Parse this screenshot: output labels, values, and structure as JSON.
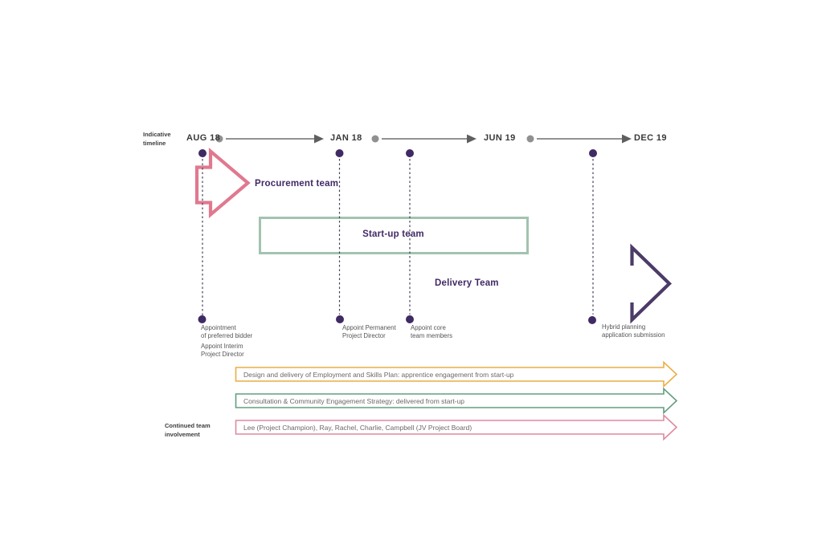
{
  "left_labels": {
    "indicative": "Indicative\ntimeline",
    "continued": "Continued team\ninvolvement"
  },
  "timeline": {
    "dates": [
      {
        "label": "AUG 18"
      },
      {
        "label": "JAN 18"
      },
      {
        "label": "JUN 19"
      },
      {
        "label": "DEC 19"
      }
    ]
  },
  "teams": {
    "procurement": "Procurement team",
    "startup": "Start-up team",
    "delivery": "Delivery Team"
  },
  "milestones": [
    {
      "text": "Appointment\nof preferred bidder"
    },
    {
      "text": "Appoint Interim\nProject Director"
    },
    {
      "text": "Appoint Permanent\nProject Director"
    },
    {
      "text": "Appoint core\nteam members"
    },
    {
      "text": "Hybrid planning\napplication submission"
    }
  ],
  "streams": [
    {
      "text": "Design and delivery of Employment and Skills Plan: apprentice engagement from start-up",
      "color": "#ecae45"
    },
    {
      "text": "Consultation & Community Engagement Strategy: delivered from start-up",
      "color": "#639d81"
    },
    {
      "text": "Lee (Project Champion), Ray, Rachel, Charlie, Campbell (JV Project Board)",
      "color": "#de8aa0"
    }
  ],
  "colors": {
    "procurement_pink": "#e0798f",
    "startup_green": "#a2c3b0",
    "delivery_purple": "#4c3a67",
    "milestone_dot": "#402a63",
    "axis_gray": "#6e6e6e",
    "axis_dot_gray": "#909090"
  }
}
